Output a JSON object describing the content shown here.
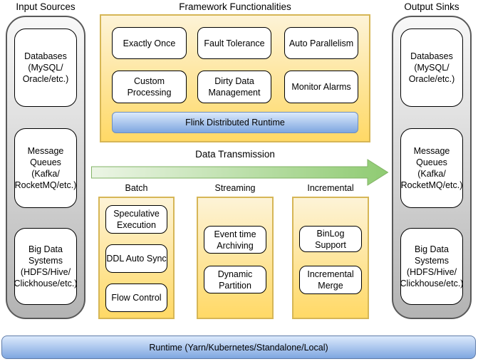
{
  "diagram": {
    "input_sources": {
      "title": "Input Sources",
      "items": [
        "Databases\n(MySQL/\nOracle/etc.)",
        "Message\nQueues\n(Kafka/\nRocketMQ/etc.)",
        "Big Data\nSystems\n(HDFS/Hive/\nClickhouse/etc.)"
      ]
    },
    "output_sinks": {
      "title": "Output Sinks",
      "items": [
        "Databases\n(MySQL/\nOracle/etc.)",
        "Message\nQueues\n(Kafka/\nRocketMQ/etc.)",
        "Big Data\nSystems\n(HDFS/Hive/\nClickhouse/etc.)"
      ]
    },
    "framework": {
      "title": "Framework Functionalities",
      "features": [
        "Exactly Once",
        "Fault Tolerance",
        "Auto Parallelism",
        "Custom\nProcessing",
        "Dirty Data\nManagement",
        "Monitor Alarms"
      ],
      "runtime_bar": "Flink Distributed Runtime"
    },
    "data_transmission": {
      "label": "Data Transmission"
    },
    "modes": [
      {
        "title": "Batch",
        "items": [
          "Speculative\nExecution",
          "DDL Auto Sync",
          "Flow Control"
        ]
      },
      {
        "title": "Streaming",
        "items": [
          "Event time\nArchiving",
          "Dynamic Partition"
        ]
      },
      {
        "title": "Incremental",
        "items": [
          "BinLog Support",
          "Incremental\nMerge"
        ]
      }
    ],
    "runtime": {
      "label": "Runtime (Yarn/Kubernetes/Standalone/Local)"
    },
    "colors": {
      "yellow_top": "#fdf3d7",
      "yellow_bottom": "#ffd966",
      "yellow_border": "#d6b656",
      "gray_top": "#f8f8f8",
      "gray_bottom": "#b3b3b3",
      "gray_border": "#595959",
      "blue_top": "#dbe9fc",
      "blue_bottom": "#7ea6e0",
      "blue_border": "#6c8ebf",
      "arrow_light": "#ecf5e6",
      "arrow_dark": "#8fcb72",
      "arrow_border": "#82b366",
      "node_fill": "#ffffff",
      "node_border": "#000000"
    }
  }
}
